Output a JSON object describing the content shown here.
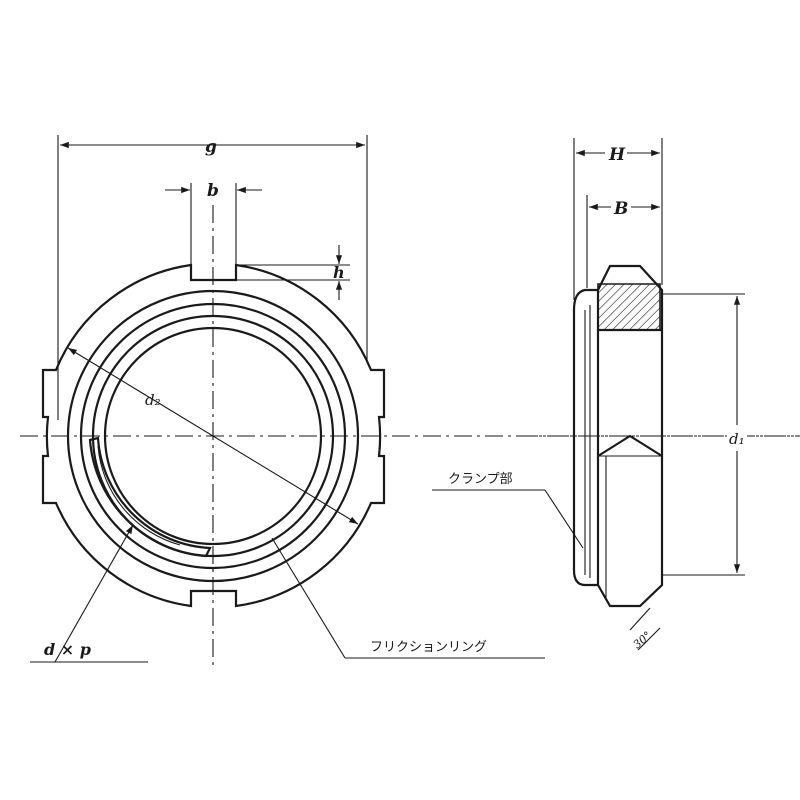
{
  "labels": {
    "g": "g",
    "b": "b",
    "h": "h",
    "d2": "d₂",
    "d_x_p": "d × p",
    "H": "H",
    "B": "B",
    "d1": "d₁",
    "angle": "30°",
    "clamp_part": "クランプ部",
    "friction_ring": "フリクションリング"
  },
  "colors": {
    "line": "#1a1a1a",
    "background": "#ffffff",
    "hatch": "#1a1a1a"
  }
}
